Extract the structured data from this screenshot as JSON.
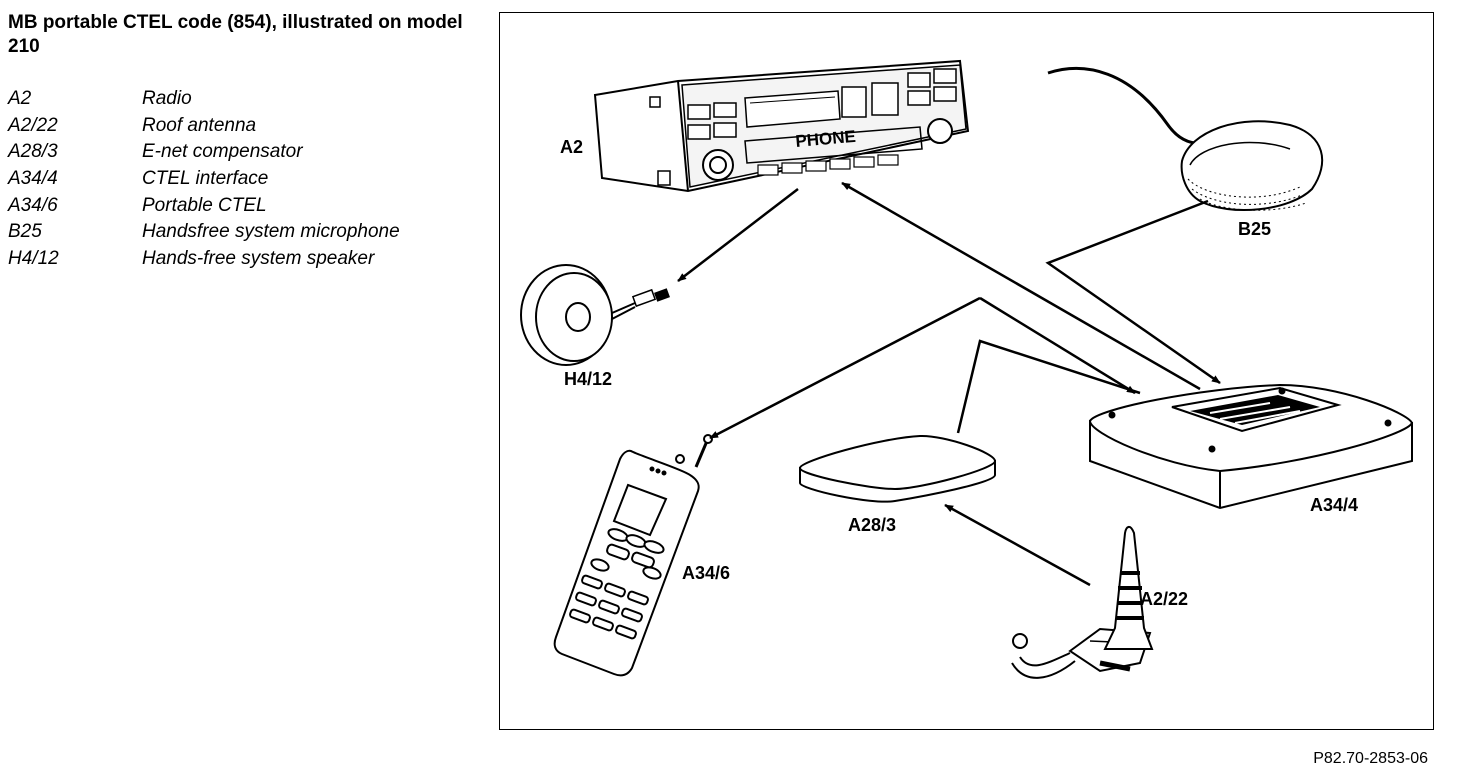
{
  "title": "MB portable CTEL code (854), illustrated on model 210",
  "legend": [
    {
      "code": "A2",
      "description": "Radio"
    },
    {
      "code": "A2/22",
      "description": "Roof antenna"
    },
    {
      "code": "A28/3",
      "description": "E-net compensator"
    },
    {
      "code": "A34/4",
      "description": "CTEL interface"
    },
    {
      "code": "A34/6",
      "description": "Portable CTEL"
    },
    {
      "code": "B25",
      "description": "Handsfree system microphone"
    },
    {
      "code": "H4/12",
      "description": "Hands-free system speaker"
    }
  ],
  "diagram": {
    "radio_display_text": "PHONE",
    "labels": {
      "radio": "A2",
      "microphone": "B25",
      "speaker": "H4/12",
      "portable_ctel": "A34/6",
      "compensator": "A28/3",
      "ctel_interface": "A34/4",
      "antenna": "A2/22"
    }
  },
  "reference": "P82.70-2853-06"
}
